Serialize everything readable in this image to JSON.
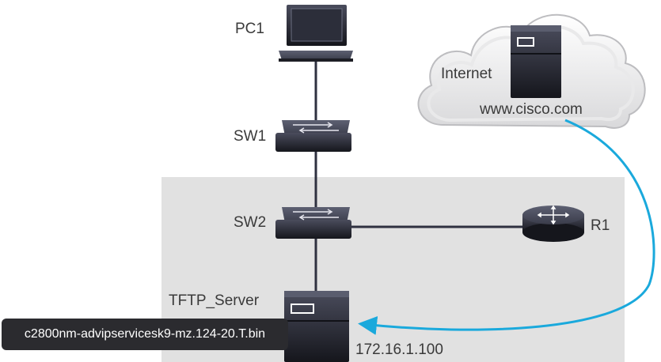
{
  "diagram": {
    "nodes": {
      "pc1": {
        "label": "PC1",
        "icon": "laptop-icon"
      },
      "sw1": {
        "label": "SW1",
        "icon": "switch-icon"
      },
      "sw2": {
        "label": "SW2",
        "icon": "switch-icon"
      },
      "r1": {
        "label": "R1",
        "icon": "router-icon"
      },
      "tftp": {
        "label": "TFTP_Server",
        "ip": "172.16.1.100",
        "icon": "server-icon"
      },
      "internet": {
        "label": "Internet",
        "host": "www.cisco.com",
        "icon": "cloud-icon"
      }
    },
    "file": "c2800nm-advipservicesk9-mz.124-20.T.bin",
    "links": [
      [
        "pc1",
        "sw1"
      ],
      [
        "sw1",
        "sw2"
      ],
      [
        "sw2",
        "r1"
      ],
      [
        "sw2",
        "tftp"
      ]
    ],
    "transfer": {
      "from": "internet",
      "to": "tftp"
    },
    "colors": {
      "link": "#2f3140",
      "arrow": "#1aa9dc",
      "highlight": "#e0e0e0",
      "device": "#262730"
    }
  }
}
